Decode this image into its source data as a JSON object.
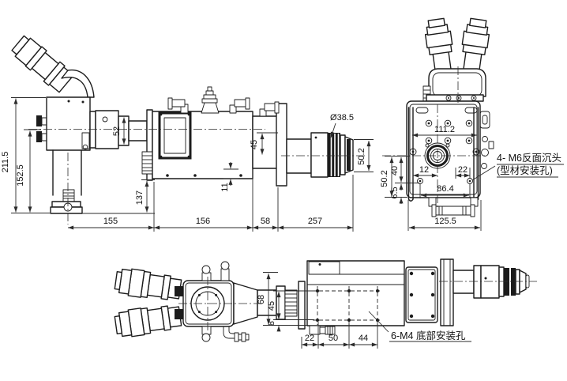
{
  "side": {
    "d211_5": "211.5",
    "d152_5": "152.5",
    "d52": "52",
    "d45": "45",
    "d11": "11",
    "d137": "137",
    "d155": "155",
    "d156": "156",
    "d58": "58",
    "d257": "257",
    "dia": "Ø38.5",
    "d50_2": "50.2"
  },
  "front": {
    "d111_2": "111.2",
    "d12": "12",
    "d22": "22",
    "d86_4": "86.4",
    "d125_5": "125.5",
    "d50_2": "50.2",
    "d40": "40",
    "d6_5": "6.5",
    "note1": "4- M6反面沉头",
    "note2": "(型材安装孔)"
  },
  "top": {
    "d68": "68",
    "d45": "45",
    "d8": "8",
    "d22": "22",
    "d50": "50",
    "d44": "44",
    "note": "6-M4 底部安装孔"
  }
}
